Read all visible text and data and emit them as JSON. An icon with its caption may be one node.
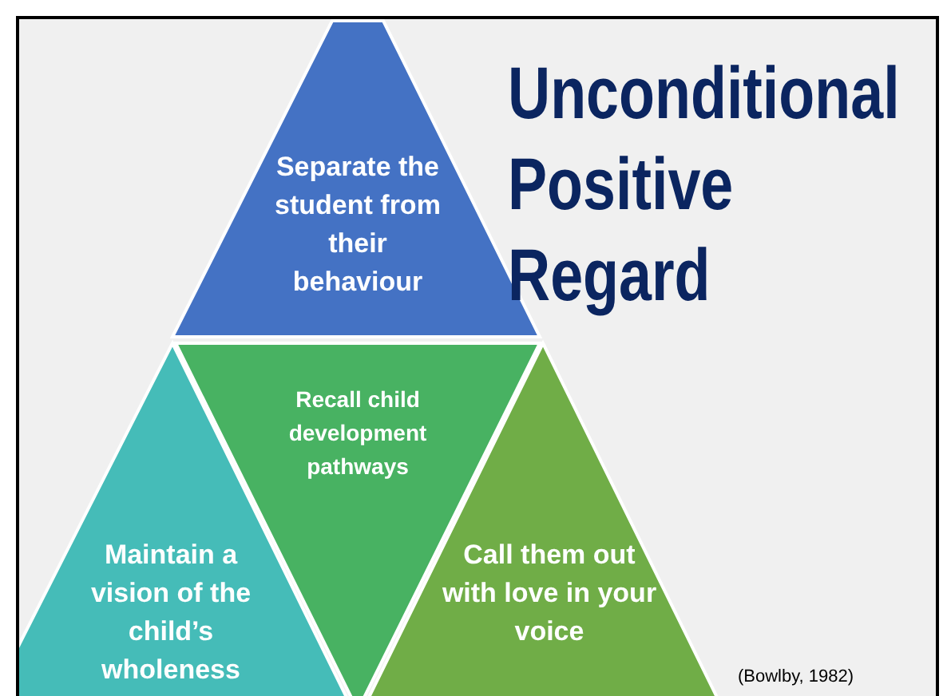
{
  "diagram": {
    "title": "Unconditional Positive Regard",
    "nodes": [
      {
        "text": [
          "Separate the student from their behaviour"
        ]
      },
      {
        "text": [
          "Recall child development pathways"
        ]
      },
      {
        "text": [
          "Maintain a vision of the child’s wholeness"
        ]
      },
      {
        "text": [
          "Call them out with love in your voice"
        ]
      }
    ],
    "labels": [
      "(Bowlby, 1982)"
    ]
  }
}
